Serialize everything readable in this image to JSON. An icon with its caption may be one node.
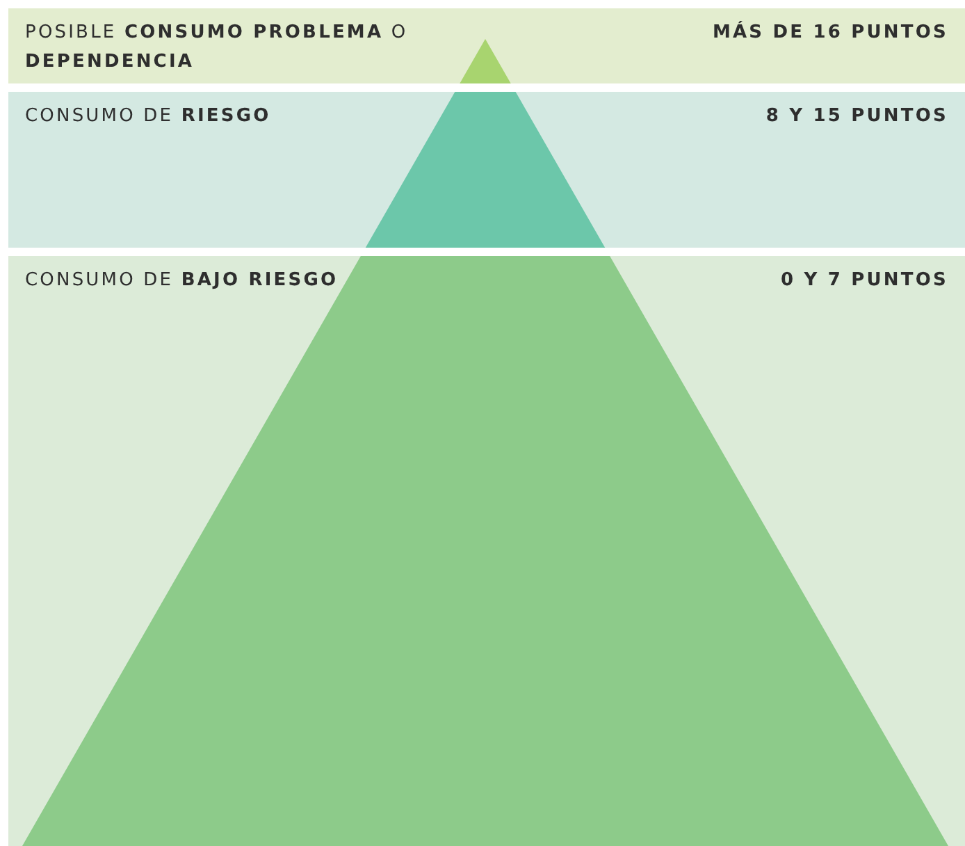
{
  "diagram": {
    "nodes": [
      {
        "text": [
          "POSIBLE **CONSUMO PROBLEMA** O **DEPENDENCIA**",
          "MÁS DE 16 PUNTOS"
        ]
      },
      {
        "text": [
          "CONSUMO DE **RIESGO**",
          "8 Y 15 PUNTOS"
        ]
      },
      {
        "text": [
          "CONSUMO DE **BAJO RIESGO**",
          "0 Y 7 PUNTOS"
        ]
      }
    ],
    "edges": []
  }
}
